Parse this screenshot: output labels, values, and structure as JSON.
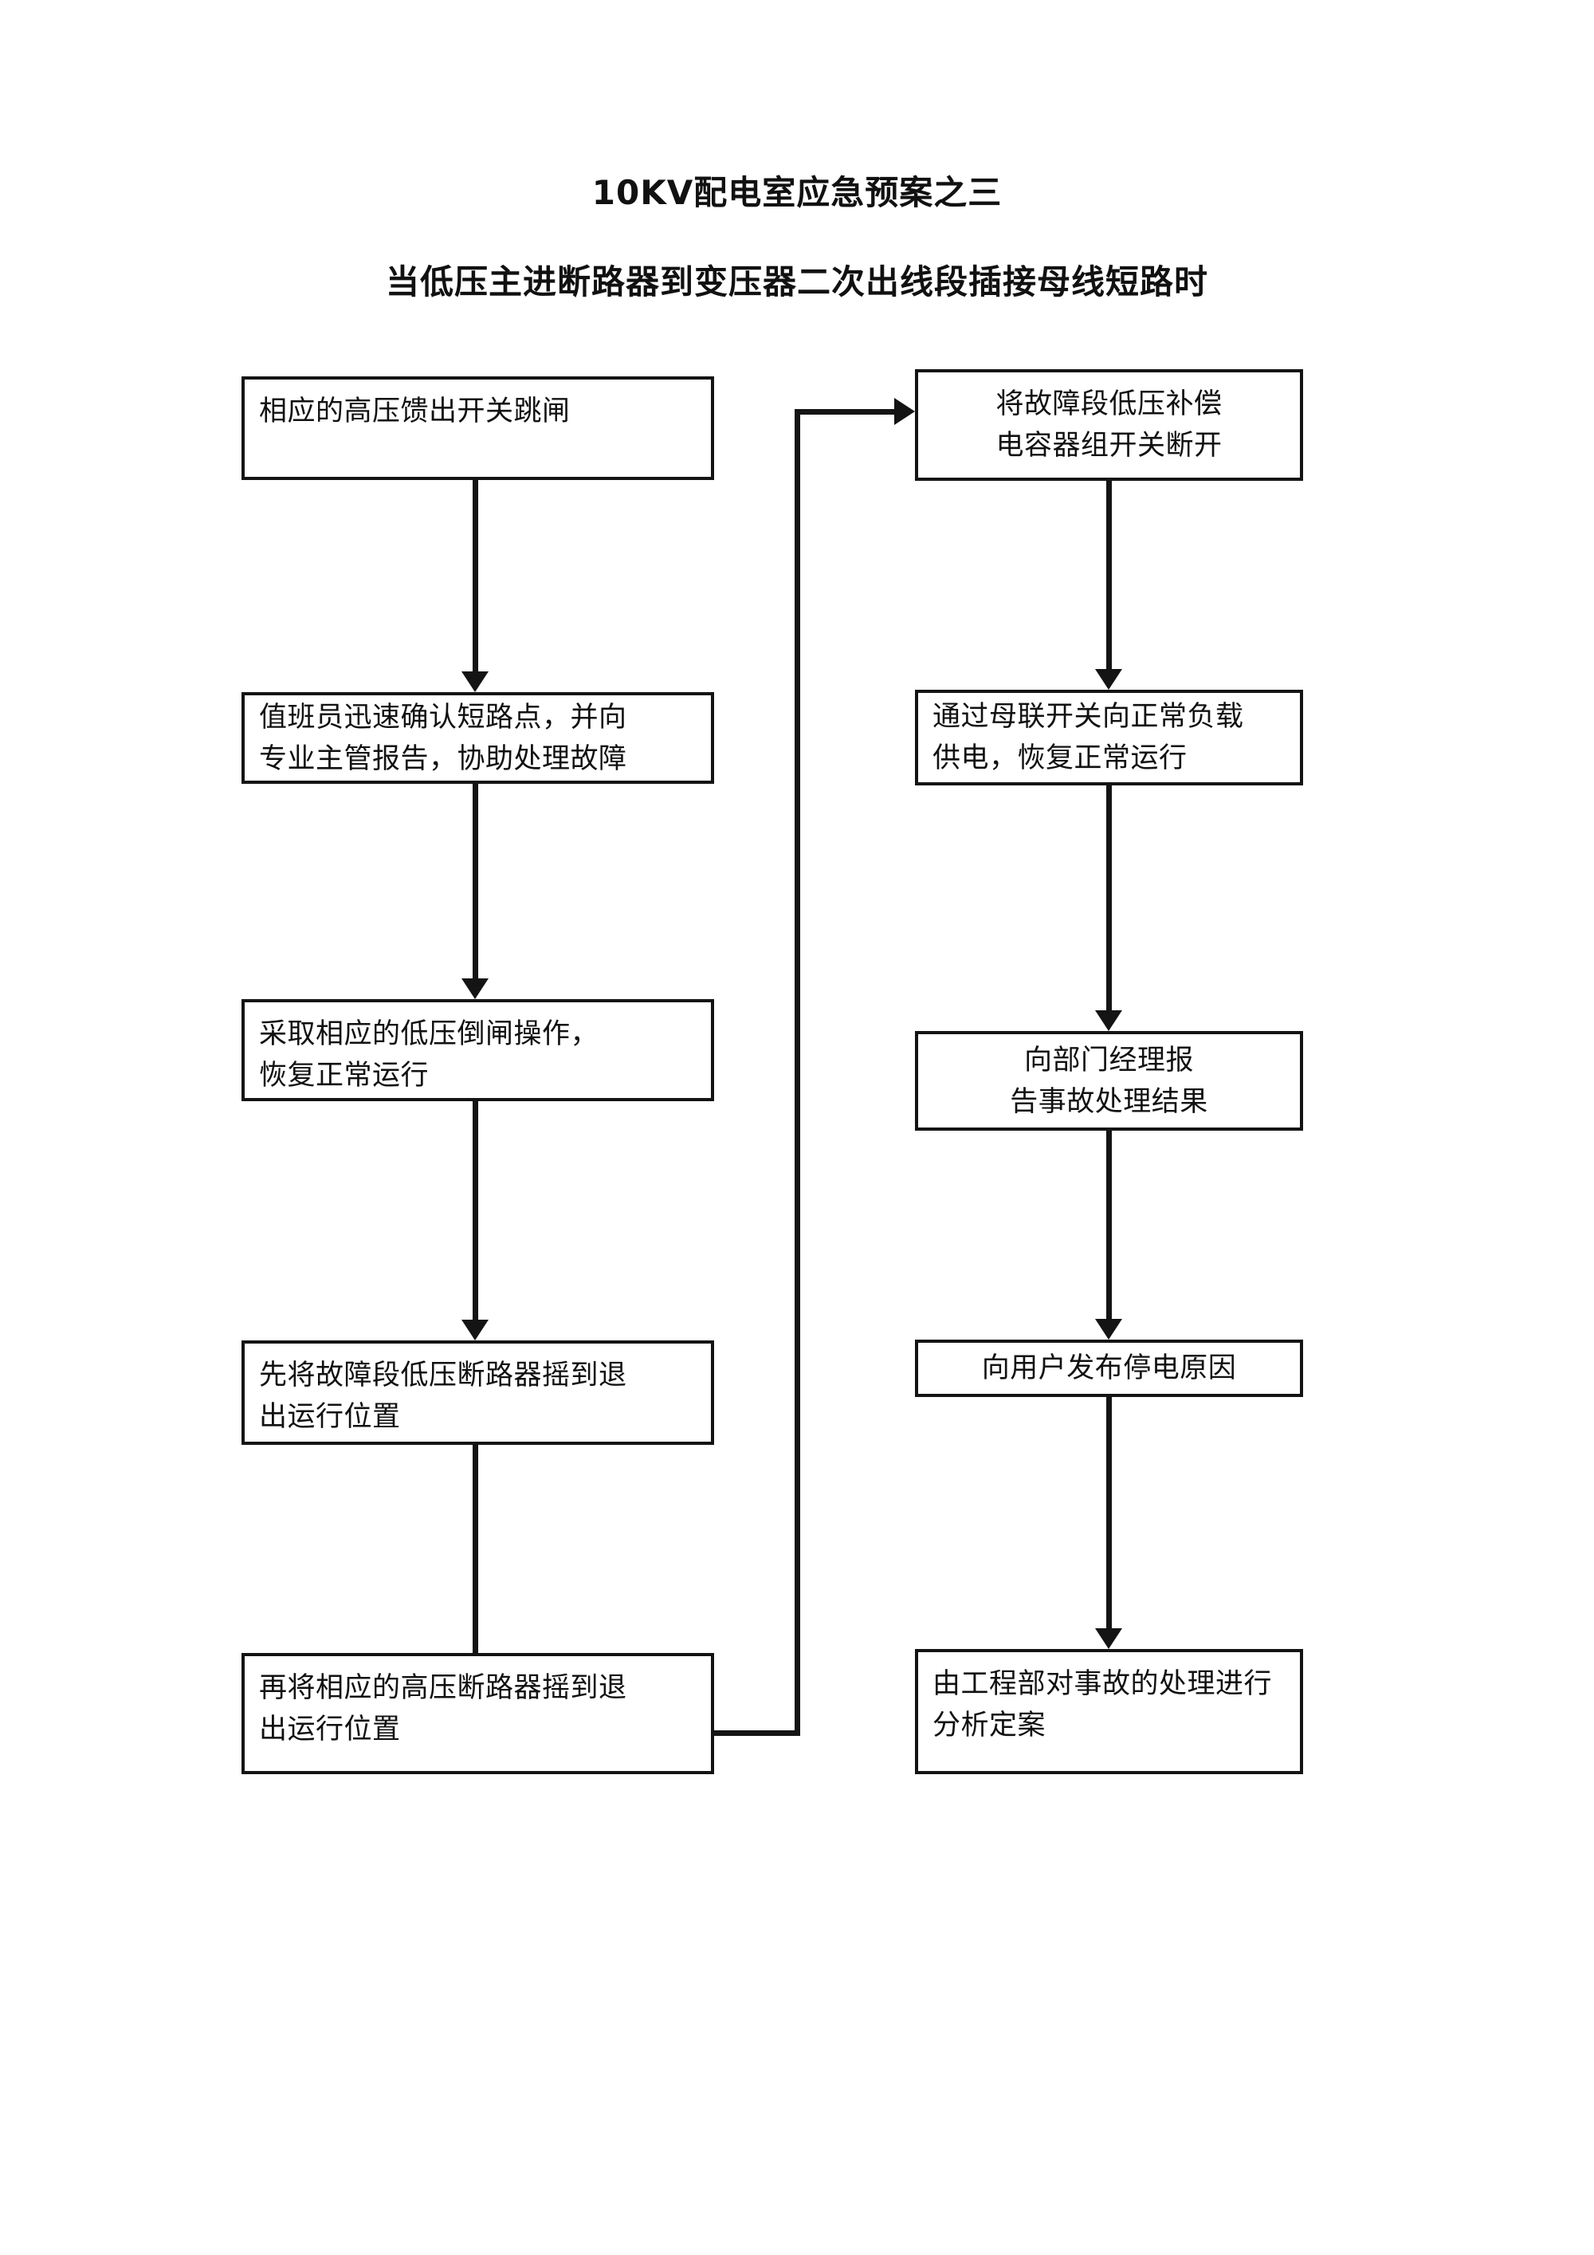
{
  "document": {
    "title": "10KV配电室应急预案之三",
    "subtitle": "当低压主进断路器到变压器二次出线段插接母线短路时"
  },
  "colors": {
    "ink": "#141414",
    "page_background": "#ffffff",
    "box_fill": "#ffffff"
  },
  "flowchart": {
    "type": "flowchart",
    "columns": 2,
    "left_column": {
      "nodes": [
        {
          "id": "L1",
          "lines": [
            "相应的高压馈出开关跳闸"
          ],
          "align": "left"
        },
        {
          "id": "L2",
          "lines": [
            "值班员迅速确认短路点，并向",
            "专业主管报告，协助处理故障"
          ],
          "align": "left"
        },
        {
          "id": "L3",
          "lines": [
            "采取相应的低压倒闸操作，",
            "恢复正常运行"
          ],
          "align": "left"
        },
        {
          "id": "L4",
          "lines": [
            "先将故障段低压断路器摇到退",
            "出运行位置"
          ],
          "align": "left"
        },
        {
          "id": "L5",
          "lines": [
            "再将相应的高压断路器摇到退",
            "出运行位置"
          ],
          "align": "left"
        }
      ]
    },
    "right_column": {
      "nodes": [
        {
          "id": "R1",
          "lines": [
            "将故障段低压补偿",
            "电容器组开关断开"
          ],
          "align": "center"
        },
        {
          "id": "R2",
          "lines": [
            "通过母联开关向正常负载",
            "供电，恢复正常运行"
          ],
          "align": "left"
        },
        {
          "id": "R3",
          "lines": [
            "向部门经理报",
            "告事故处理结果"
          ],
          "align": "center"
        },
        {
          "id": "R4",
          "lines": [
            "向用户发布停电原因"
          ],
          "align": "center"
        },
        {
          "id": "R5",
          "lines": [
            "由工程部对事故的处理进行",
            "分析定案"
          ],
          "align": "left"
        }
      ]
    },
    "edges": [
      {
        "from": "L1",
        "to": "L2",
        "kind": "straight-down"
      },
      {
        "from": "L2",
        "to": "L3",
        "kind": "straight-down"
      },
      {
        "from": "L3",
        "to": "L4",
        "kind": "straight-down"
      },
      {
        "from": "L4",
        "to": "L5",
        "kind": "straight-down"
      },
      {
        "from": "L5",
        "to": "R1",
        "kind": "right-then-up-then-right"
      },
      {
        "from": "R1",
        "to": "R2",
        "kind": "straight-down"
      },
      {
        "from": "R2",
        "to": "R3",
        "kind": "straight-down"
      },
      {
        "from": "R3",
        "to": "R4",
        "kind": "straight-down"
      },
      {
        "from": "R4",
        "to": "R5",
        "kind": "straight-down"
      }
    ]
  }
}
